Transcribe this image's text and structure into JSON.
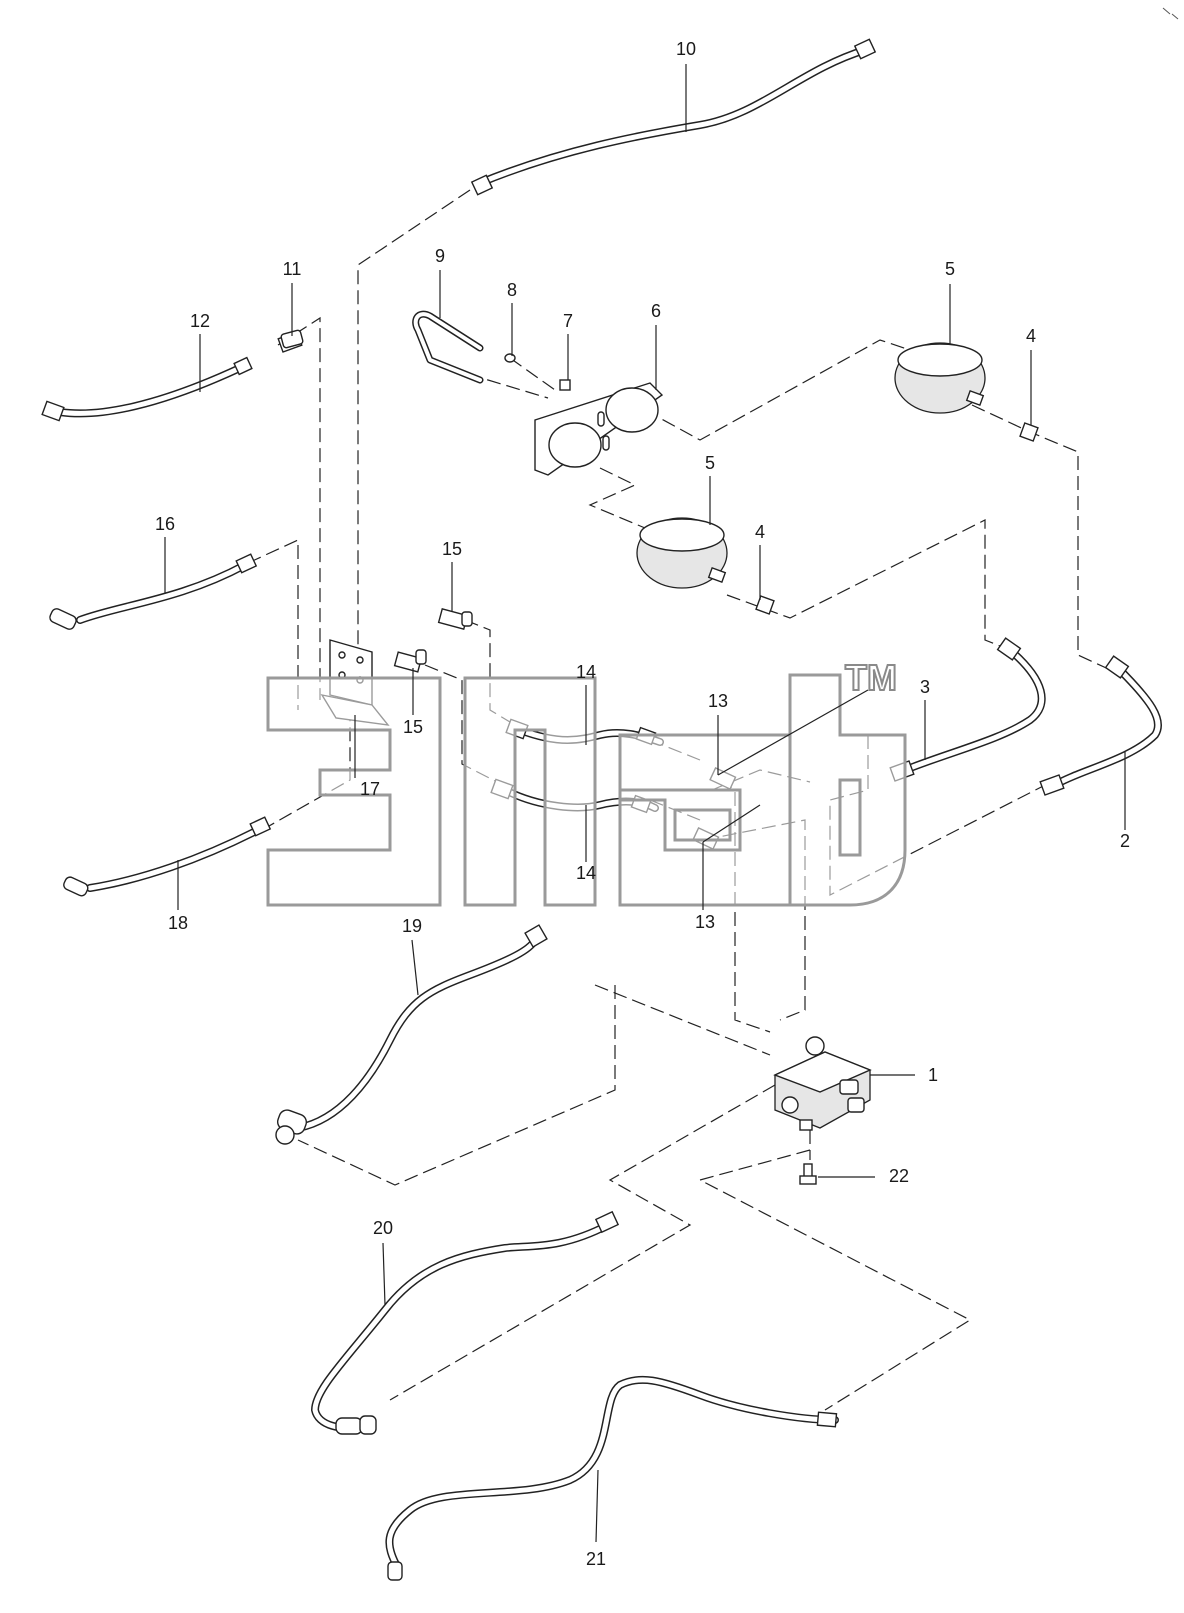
{
  "diagram": {
    "type": "exploded-parts-hydraulic-hoses",
    "watermark_tm": "TM",
    "callouts": [
      {
        "id": "10",
        "text": "10"
      },
      {
        "id": "11",
        "text": "11"
      },
      {
        "id": "12",
        "text": "12"
      },
      {
        "id": "9",
        "text": "9"
      },
      {
        "id": "8",
        "text": "8"
      },
      {
        "id": "7",
        "text": "7"
      },
      {
        "id": "6",
        "text": "6"
      },
      {
        "id": "5a",
        "text": "5"
      },
      {
        "id": "4a",
        "text": "4"
      },
      {
        "id": "5b",
        "text": "5"
      },
      {
        "id": "4b",
        "text": "4"
      },
      {
        "id": "16",
        "text": "16"
      },
      {
        "id": "15a",
        "text": "15"
      },
      {
        "id": "15b",
        "text": "15"
      },
      {
        "id": "14a",
        "text": "14"
      },
      {
        "id": "13a",
        "text": "13"
      },
      {
        "id": "3",
        "text": "3"
      },
      {
        "id": "17",
        "text": "17"
      },
      {
        "id": "14b",
        "text": "14"
      },
      {
        "id": "2",
        "text": "2"
      },
      {
        "id": "18",
        "text": "18"
      },
      {
        "id": "13b",
        "text": "13"
      },
      {
        "id": "19",
        "text": "19"
      },
      {
        "id": "1",
        "text": "1"
      },
      {
        "id": "22",
        "text": "22"
      },
      {
        "id": "20",
        "text": "20"
      },
      {
        "id": "21",
        "text": "21"
      }
    ]
  }
}
